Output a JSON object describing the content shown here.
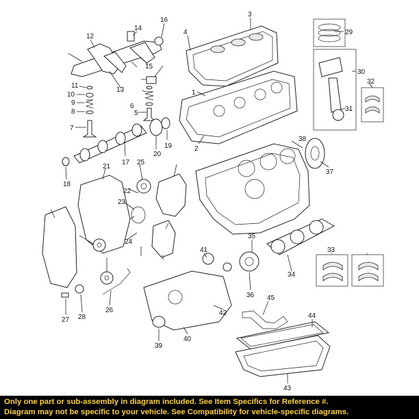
{
  "diagram": {
    "callouts": [
      "1",
      "2",
      "3",
      "4",
      "5",
      "6",
      "7",
      "8",
      "9",
      "10",
      "11",
      "12",
      "13",
      "14",
      "15",
      "16",
      "17",
      "18",
      "19",
      "20",
      "21",
      "22",
      "23",
      "24",
      "25",
      "26",
      "27",
      "28",
      "29",
      "30",
      "31",
      "32",
      "33",
      "34",
      "35",
      "36",
      "37",
      "38",
      "39",
      "40",
      "41",
      "42",
      "43",
      "44",
      "45"
    ]
  },
  "disclaimer": {
    "line1": "Only one part or sub-assembly in diagram included. See Item Specifics for Reference #.",
    "line2": "Diagram may not be specific to your vehicle. See Compatibility for vehicle-specific diagrams."
  }
}
